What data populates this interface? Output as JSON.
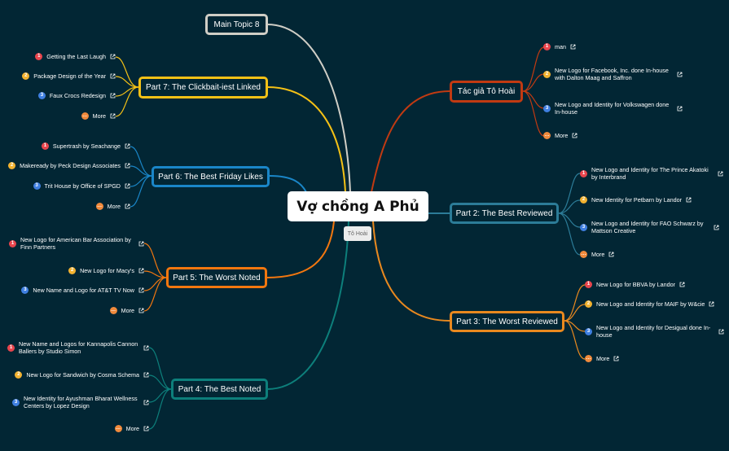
{
  "root": {
    "title": "Vợ chồng A Phủ",
    "label": "Tô Hoài"
  },
  "colors": {
    "background": "#022634",
    "main_topic_8": "#d0cec6",
    "part7": "#f5c116",
    "part6": "#1a86c8",
    "part5": "#f3770f",
    "part4": "#0d7f7b",
    "author": "#c13a12",
    "part2": "#2c7c98",
    "part3": "#e9891f"
  },
  "topics": {
    "main8": {
      "label": "Main Topic 8"
    },
    "part7": {
      "label": "Part 7: The Clickbait-iest Linked",
      "items": [
        {
          "badge": "1",
          "text": "Getting the Last Laugh"
        },
        {
          "badge": "2",
          "text": "Package Design of the Year"
        },
        {
          "badge": "3",
          "text": "Faux Crocs Redesign"
        },
        {
          "badge": "…",
          "text": "More"
        }
      ]
    },
    "part6": {
      "label": "Part 6: The Best Friday Likes",
      "items": [
        {
          "badge": "1",
          "text": "Supertrash by Seachange"
        },
        {
          "badge": "2",
          "text": "Makeready by Peck Design Associates"
        },
        {
          "badge": "3",
          "text": "Trit House by Office of SPGD"
        },
        {
          "badge": "…",
          "text": "More"
        }
      ]
    },
    "part5": {
      "label": "Part 5: The Worst Noted",
      "items": [
        {
          "badge": "1",
          "text": "New Logo for American Bar Association by Finn Partners"
        },
        {
          "badge": "2",
          "text": "New Logo for Macy's"
        },
        {
          "badge": "3",
          "text": "New Name and Logo for AT&T TV Now"
        },
        {
          "badge": "…",
          "text": "More"
        }
      ]
    },
    "part4": {
      "label": "Part 4: The Best Noted",
      "items": [
        {
          "badge": "1",
          "text": "New Name and Logos for Kannapolis Cannon Ballers by Studio Simon"
        },
        {
          "badge": "2",
          "text": "New Logo for Sandwich by Cosma Schema"
        },
        {
          "badge": "3",
          "text": "New Identity for Ayushman Bharat Wellness Centers by Lopez Design"
        },
        {
          "badge": "…",
          "text": "More"
        }
      ]
    },
    "author": {
      "label": "Tác giả Tô Hoài",
      "items": [
        {
          "badge": "1",
          "text": "man"
        },
        {
          "badge": "2",
          "text": "New Logo for Facebook, Inc. done In-house with Dalton Maag and Saffron"
        },
        {
          "badge": "3",
          "text": "New Logo and Identity for Volkswagen done In-house"
        },
        {
          "badge": "…",
          "text": "More"
        }
      ]
    },
    "part2": {
      "label": "Part 2: The Best Reviewed",
      "items": [
        {
          "badge": "1",
          "text": "New Logo and Identity for The Prince Akatoki by Interbrand"
        },
        {
          "badge": "2",
          "text": "New Identity for Petbarn by Landor"
        },
        {
          "badge": "3",
          "text": "New Logo and Identity for FAO Schwarz by Mattson Creative"
        },
        {
          "badge": "…",
          "text": "More"
        }
      ]
    },
    "part3": {
      "label": "Part 3: The Worst Reviewed",
      "items": [
        {
          "badge": "1",
          "text": "New Logo for BBVA by Landor"
        },
        {
          "badge": "2",
          "text": "New Logo and Identity for MAIF by W&cie"
        },
        {
          "badge": "3",
          "text": "New Logo and Identity for Desigual done In-house"
        },
        {
          "badge": "…",
          "text": "More"
        }
      ]
    }
  }
}
